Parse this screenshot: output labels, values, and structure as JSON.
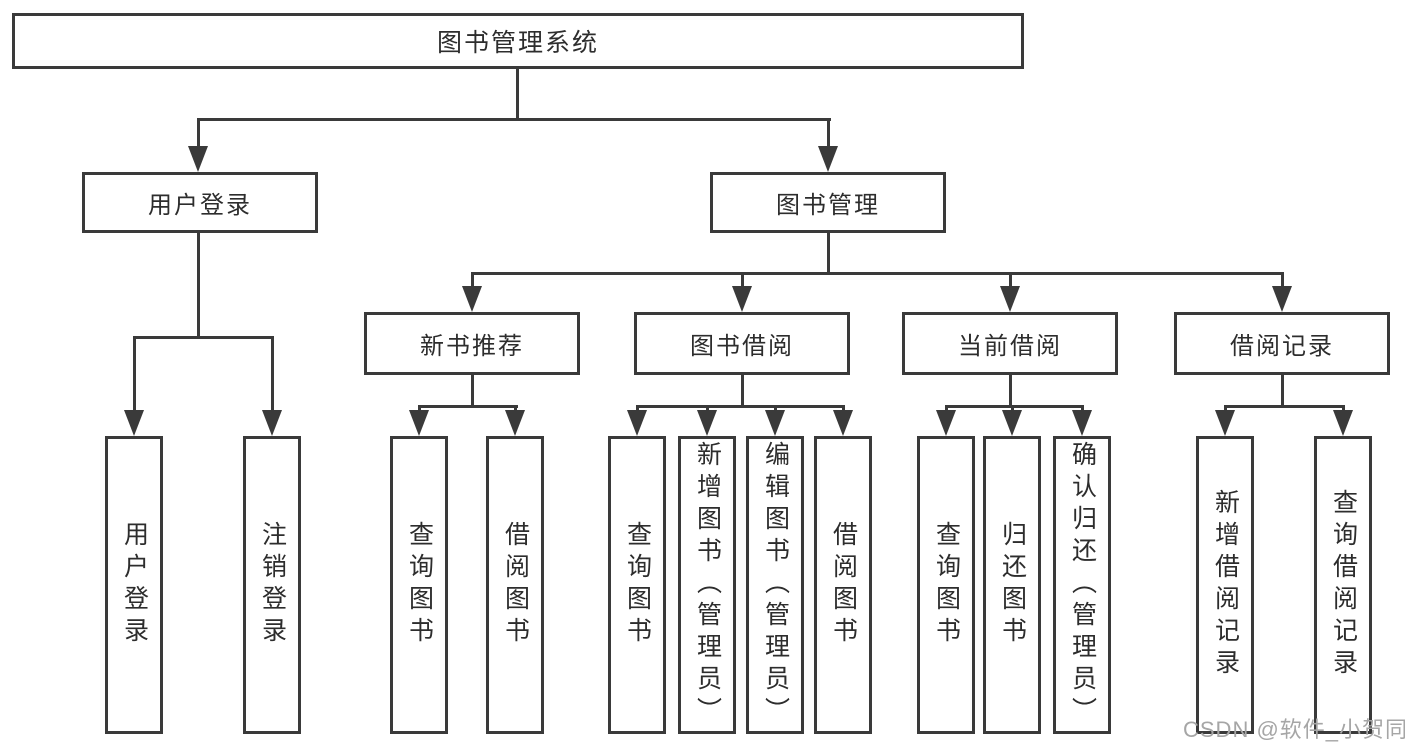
{
  "diagram": {
    "title": "图书管理系统",
    "nodes": {
      "root": "图书管理系统",
      "user_login": "用户登录",
      "book_mgmt": "图书管理",
      "new_book_rec": "新书推荐",
      "book_borrow": "图书借阅",
      "current_borrow": "当前借阅",
      "borrow_records": "借阅记录",
      "leaf_user_login": "用户登录",
      "leaf_logout": "注销登录",
      "leaf_query_book_1": "查询图书",
      "leaf_borrow_book_1": "借阅图书",
      "leaf_query_book_2": "查询图书",
      "leaf_add_book": "新增图书（管理员）",
      "leaf_edit_book": "编辑图书（管理员）",
      "leaf_borrow_book_2": "借阅图书",
      "leaf_query_book_3": "查询图书",
      "leaf_return_book": "归还图书",
      "leaf_confirm_return": "确认归还（管理员）",
      "leaf_add_record": "新增借阅记录",
      "leaf_query_record": "查询借阅记录"
    },
    "colors": {
      "line": "#3a3a3a",
      "text": "#2d2d2d",
      "box_fill": "#ffffff",
      "watermark": "#a6a6a6"
    }
  },
  "watermark": "CSDN @软件_小贺同学"
}
